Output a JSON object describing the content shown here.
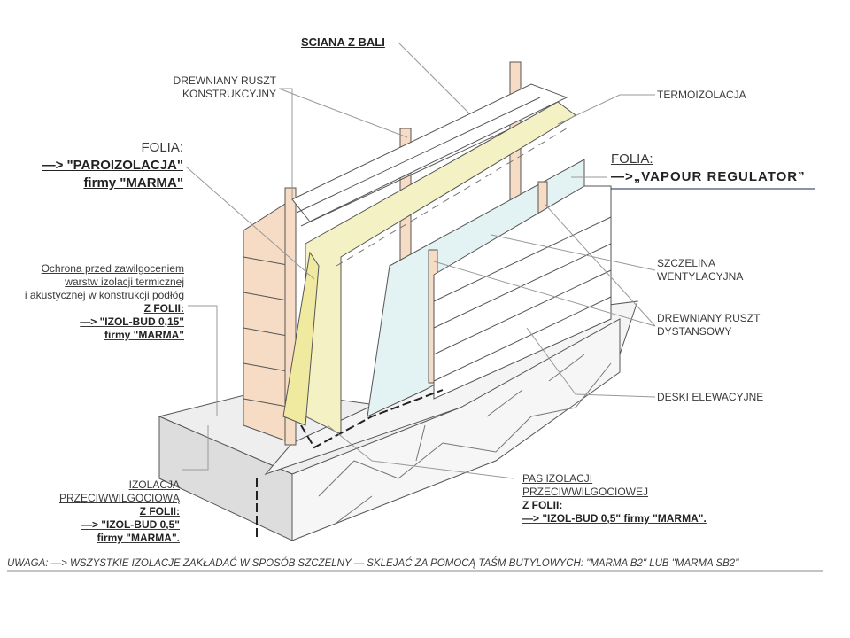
{
  "title": "SCIANA Z BALI",
  "labels": {
    "ruszt_konstrukcyjny": [
      "DREWNIANY RUSZT",
      "KONSTRUKCYJNY"
    ],
    "termoizolacja": "TERMOIZOLACJA",
    "folia_paroizolacja": [
      "FOLIA:",
      "—> \"PAROIZOLACJA\"",
      "firmy \"MARMA\""
    ],
    "folia_vapour": [
      "FOLIA:",
      "—>„VAPOUR REGULATOR”"
    ],
    "ochrona": [
      "Ochrona przed zawilgoceniem",
      "warstw izolacji termicznej",
      "i akustycznej w konstrukcji podłóg",
      "Z FOLII:",
      "—> \"IZOL-BUD 0,15\"",
      "firmy \"MARMA\""
    ],
    "szczelina": [
      "SZCZELINA",
      "WENTYLACYJNA"
    ],
    "ruszt_dystansowy": [
      "DREWNIANY RUSZT",
      "DYSTANSOWY"
    ],
    "deski": "DESKI ELEWACYJNE",
    "izolacja_przeciwwilgociowa": [
      "IZOLACJA",
      "PRZECIWWILGOCIOWĄ",
      "Z FOLII:",
      "—> \"IZOL-BUD 0,5\"",
      "firmy \"MARMA\"."
    ],
    "pas_izolacji": [
      "PAS  IZOLACJI",
      "PRZECIWWILGOCIOWEJ",
      "Z FOLII:",
      "—> \"IZOL-BUD 0,5\" firmy \"MARMA\"."
    ]
  },
  "note": "UWAGA:  —> WSZYSTKIE IZOLACJE ZAKŁADAĆ W SPOSÓB SZCZELNY  — SKLEJAĆ ZA POMOCĄ TAŚM BUTYLOWYCH: \"MARMA B2\" LUB \"MARMA SB2\"",
  "colors": {
    "wood": "#f6dcc4",
    "insulation": "#f4f2c4",
    "membrane": "#e3f2f2",
    "stone": "#f2f2f2",
    "line": "#555555",
    "leader": "#999999"
  }
}
